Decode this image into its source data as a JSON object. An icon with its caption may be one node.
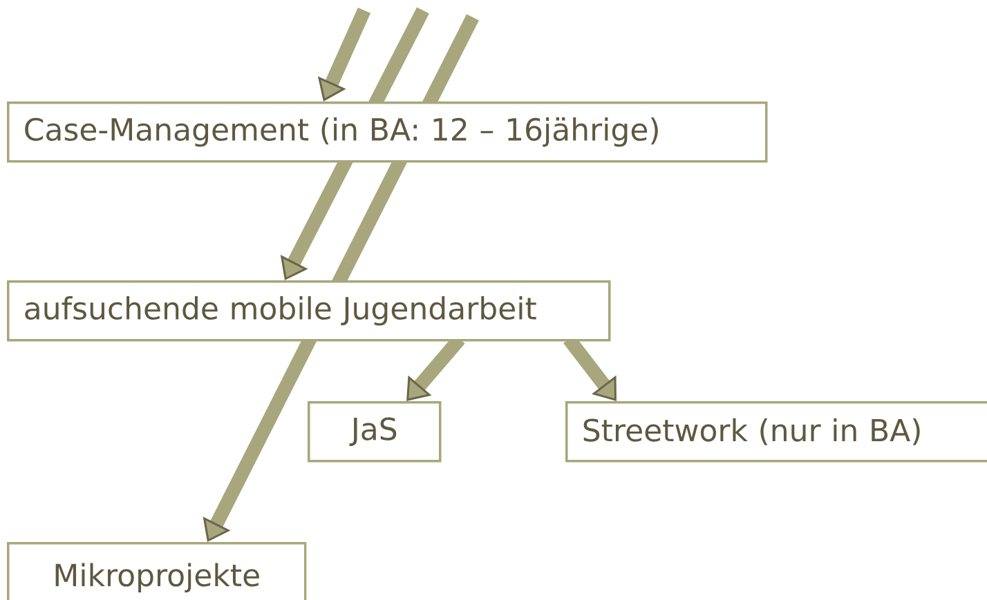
{
  "diagram": {
    "nodes": [
      {
        "text": [
          "Case-Management (in BA: 12 – 16jährige)"
        ]
      },
      {
        "text": [
          "aufsuchende mobile Jugendarbeit"
        ]
      },
      {
        "text": [
          "JaS"
        ]
      },
      {
        "text": [
          "Streetwork (nur in BA)"
        ]
      },
      {
        "text": [
          "Mikroprojekte"
        ]
      }
    ],
    "edges": [
      {
        "from": null,
        "to": 0,
        "arrow": "to"
      },
      {
        "from": null,
        "to": 1,
        "arrow": "to"
      },
      {
        "from": null,
        "to": 4,
        "arrow": "to"
      },
      {
        "from": 1,
        "to": 2,
        "arrow": "to"
      },
      {
        "from": 1,
        "to": 3,
        "arrow": "to"
      }
    ]
  }
}
